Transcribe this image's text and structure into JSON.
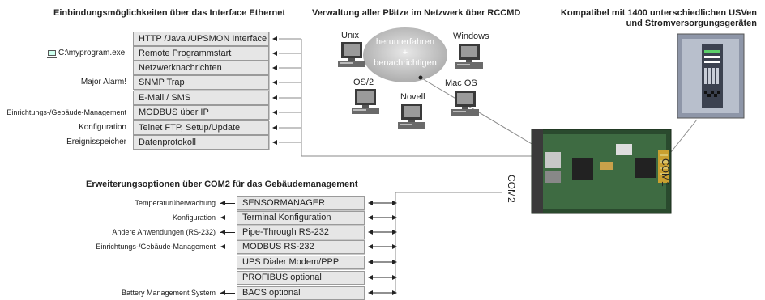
{
  "headers": {
    "ethernet": "Einbindungsmöglichkeiten über das Interface Ethernet",
    "rccmd": "Verwaltung aller Plätze im Netzwerk über RCCMD",
    "ups_line1": "Kompatibel mit 1400 unterschiedlichen USVen",
    "ups_line2": "und Stromversorgungsgeräten",
    "com2": "Erweiterungsoptionen  über COM2 für das Gebäudemanagement"
  },
  "ethernet_items": [
    {
      "label": "HTTP /Java /UPSMON Interface",
      "side": ""
    },
    {
      "label": "Remote Programmstart",
      "side": "C:\\myprogram.exe"
    },
    {
      "label": "Netzwerknachrichten",
      "side": ""
    },
    {
      "label": "SNMP Trap",
      "side": "Major Alarm!"
    },
    {
      "label": "E-Mail / SMS",
      "side": ""
    },
    {
      "label": "MODBUS über IP",
      "side": "Einrichtungs-/Gebäude-Management"
    },
    {
      "label": "Telnet FTP, Setup/Update",
      "side": "Konfiguration"
    },
    {
      "label": "Datenprotokoll",
      "side": "Ereignisspeicher"
    }
  ],
  "network": {
    "center_line1": "herunterfahren",
    "center_plus": "+",
    "center_line2": "benachrichtigen",
    "unix": "Unix",
    "windows": "Windows",
    "os2": "OS/2",
    "novell": "Novell",
    "macos": "Mac OS"
  },
  "card": {
    "com1": "COM1",
    "com2": "COM2"
  },
  "com2_items": [
    {
      "label": "SENSORMANAGER",
      "side": "Temperaturüberwachung"
    },
    {
      "label": "Terminal Konfiguration",
      "side": "Konfiguration"
    },
    {
      "label": "Pipe-Through RS-232",
      "side": "Andere Anwendungen (RS-232)"
    },
    {
      "label": "MODBUS RS-232",
      "side": "Einrichtungs-/Gebäude-Management"
    },
    {
      "label": "UPS Dialer Modem/PPP",
      "side": ""
    },
    {
      "label": "PROFIBUS optional",
      "side": ""
    },
    {
      "label": "BACS optional",
      "side": "Battery Management System"
    }
  ],
  "icons": [
    "computer-icon",
    "server-rack-icon",
    "network-card-icon"
  ]
}
